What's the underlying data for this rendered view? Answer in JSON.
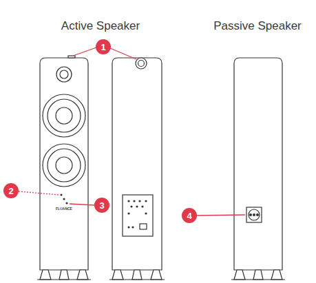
{
  "diagram": {
    "nodes": [
      {
        "text": [
          "1"
        ]
      },
      {
        "text": [
          "2"
        ]
      },
      {
        "text": [
          "3"
        ]
      },
      {
        "text": [
          "4"
        ]
      }
    ],
    "labels": [
      "Active Speaker",
      "Passive Speaker",
      "FLUANCE"
    ]
  }
}
